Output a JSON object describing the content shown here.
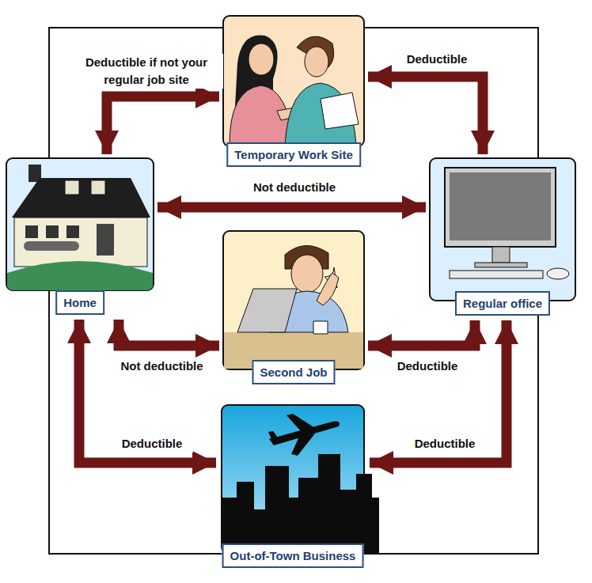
{
  "diagram": {
    "nodes": [
      {
        "text": [
          "Temporary Work Site"
        ]
      },
      {
        "text": [
          "Home"
        ]
      },
      {
        "text": [
          "Regular office"
        ]
      },
      {
        "text": [
          "Second Job"
        ]
      },
      {
        "text": [
          "Out-of-Town Business"
        ]
      }
    ],
    "edges": [
      {
        "from": 1,
        "to": 0,
        "label": "Deductible if not your regular job site",
        "arrow": "both"
      },
      {
        "from": 0,
        "to": 2,
        "label": "Deductible",
        "arrow": "both"
      },
      {
        "from": 1,
        "to": 2,
        "label": "Not deductible",
        "arrow": "both"
      },
      {
        "from": 1,
        "to": 3,
        "label": "Not deductible",
        "arrow": "both"
      },
      {
        "from": 3,
        "to": 2,
        "label": "Deductible",
        "arrow": "both"
      },
      {
        "from": 1,
        "to": 4,
        "label": "Deductible",
        "arrow": "both"
      },
      {
        "from": 2,
        "to": 4,
        "label": "Deductible",
        "arrow": "both"
      }
    ]
  }
}
